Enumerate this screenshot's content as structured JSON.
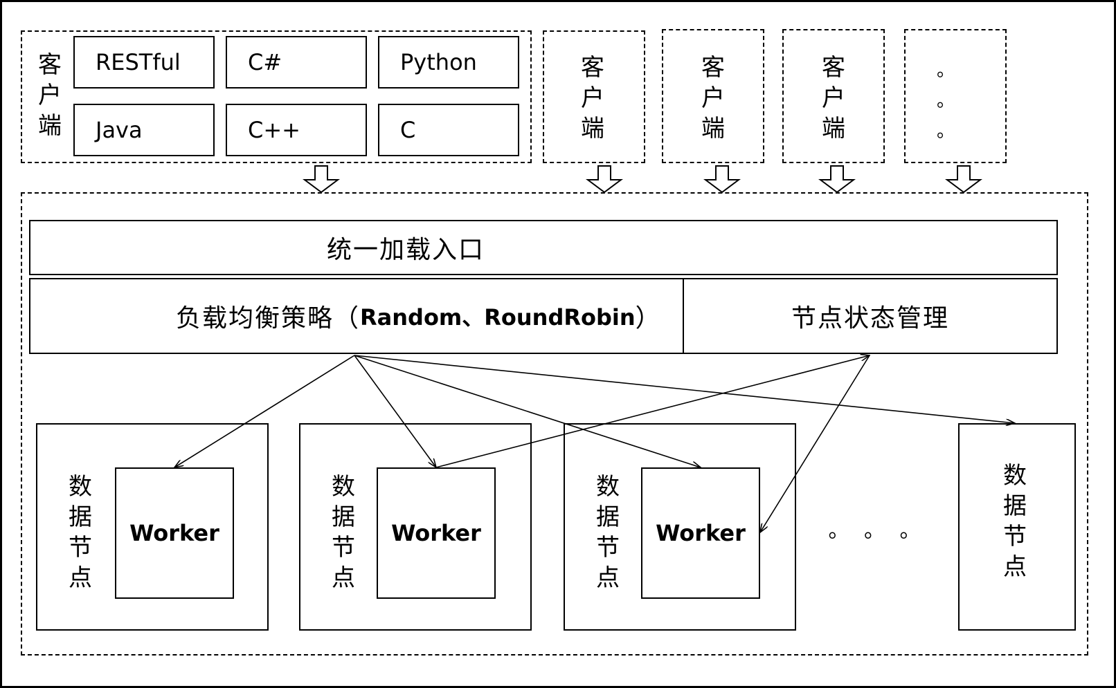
{
  "client_label": "客\n户\n端",
  "languages": [
    "RESTful",
    "C#",
    "Python",
    "Java",
    "C++",
    "C"
  ],
  "extra_clients": [
    {
      "label": "客\n户\n端"
    },
    {
      "label": "客\n户\n端"
    },
    {
      "label": "客\n户\n端"
    },
    {
      "label": "。\n。\n。"
    }
  ],
  "entry_label": "统一加载入口",
  "load_balancer_prefix": "负载均衡策略（",
  "load_balancer_policies": "Random、RoundRobin",
  "load_balancer_suffix": "）",
  "node_state_label": "节点状态管理",
  "data_node_label": "数\n据\n节\n点",
  "worker_label": "Worker",
  "ellipsis": "。 。 。"
}
